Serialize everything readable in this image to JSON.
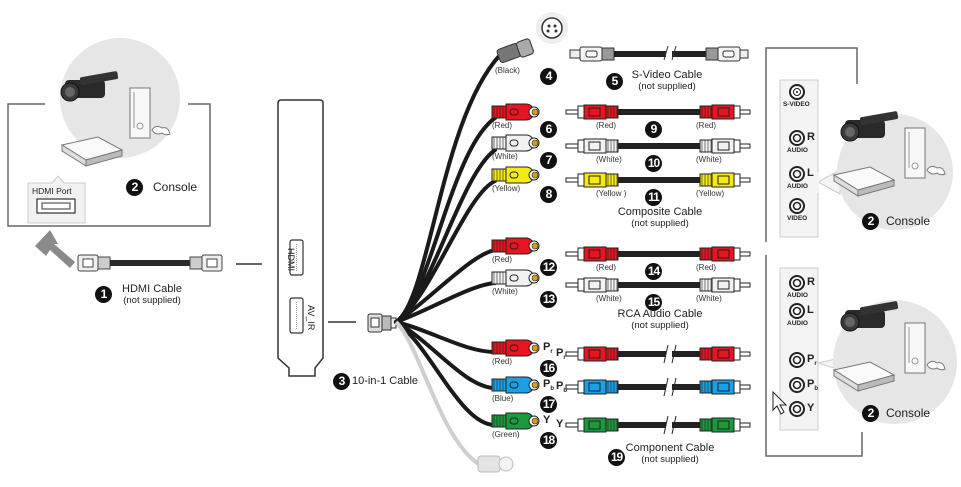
{
  "left_device": {
    "badge": "2",
    "label": "Console",
    "port_label": "HDMI Port"
  },
  "hdmi_cable": {
    "badge": "1",
    "title": "HDMI Cable",
    "subtitle": "(not supplied)"
  },
  "card": {
    "port_hdmi": "HDMI",
    "port_av": "AV_IR"
  },
  "breakout_cable": {
    "badge": "3",
    "label": "10-in-1 Cable"
  },
  "breakout_connectors": [
    {
      "badge": "4",
      "color_label": "(Black)",
      "color": "#555555",
      "type": "s-video"
    },
    {
      "badge": "6",
      "color_label": "(Red)",
      "color": "#e8141f",
      "type": "rca"
    },
    {
      "badge": "7",
      "color_label": "(White)",
      "color": "#f2f2f2",
      "type": "rca"
    },
    {
      "badge": "8",
      "color_label": "(Yellow)",
      "color": "#f5ea14",
      "type": "rca"
    },
    {
      "badge": "12",
      "color_label": "(Red)",
      "color": "#e8141f",
      "type": "rca"
    },
    {
      "badge": "13",
      "color_label": "(White)",
      "color": "#f2f2f2",
      "type": "rca"
    },
    {
      "badge": "16",
      "color_label": "(Red)",
      "color": "#e8141f",
      "type": "rca",
      "letter": "Pr"
    },
    {
      "badge": "17",
      "color_label": "(Blue)",
      "color": "#1aa0e6",
      "type": "rca",
      "letter": "Pb"
    },
    {
      "badge": "18",
      "color_label": "(Green)",
      "color": "#1a9a3c",
      "type": "rca",
      "letter": "Y"
    }
  ],
  "svideo_cable": {
    "badge": "5",
    "title": "S-Video Cable",
    "subtitle": "(not supplied)"
  },
  "composite_cable": {
    "title": "Composite Cable",
    "subtitle": "(not supplied)",
    "wires": [
      {
        "badge": "9",
        "left_label": "(Red)",
        "right_label": "(Red)",
        "color": "#e8141f"
      },
      {
        "badge": "10",
        "left_label": "(White)",
        "right_label": "(White)",
        "color": "#f2f2f2"
      },
      {
        "badge": "11",
        "left_label": "(Yellow )",
        "right_label": "(Yellow)",
        "color": "#f5ea14"
      }
    ]
  },
  "rca_audio_cable": {
    "title": "RCA Audio Cable",
    "subtitle": "(not supplied)",
    "wires": [
      {
        "badge": "14",
        "left_label": "(Red)",
        "right_label": "(Red)",
        "color": "#e8141f"
      },
      {
        "badge": "15",
        "left_label": "(White)",
        "right_label": "(White)",
        "color": "#f2f2f2"
      }
    ]
  },
  "component_cable": {
    "badge": "19",
    "title": "Component Cable",
    "subtitle": "(not supplied)",
    "wires": [
      {
        "letter": "Pr",
        "color": "#e8141f"
      },
      {
        "letter": "Pb",
        "color": "#1aa0e6"
      },
      {
        "letter": "Y",
        "color": "#1a9a3c"
      }
    ]
  },
  "right_device_top": {
    "badge": "2",
    "label": "Console",
    "ports": [
      {
        "name": "S-VIDEO",
        "letter": ""
      },
      {
        "name": "AUDIO",
        "letter": "R"
      },
      {
        "name": "AUDIO",
        "letter": "L"
      },
      {
        "name": "VIDEO",
        "letter": ""
      }
    ]
  },
  "right_device_bottom": {
    "badge": "2",
    "label": "Console",
    "ports": [
      {
        "name": "AUDIO",
        "letter": "R"
      },
      {
        "name": "AUDIO",
        "letter": "L"
      },
      {
        "name": "",
        "letter": "Pr"
      },
      {
        "name": "",
        "letter": "Pb"
      },
      {
        "name": "",
        "letter": "Y"
      }
    ]
  }
}
